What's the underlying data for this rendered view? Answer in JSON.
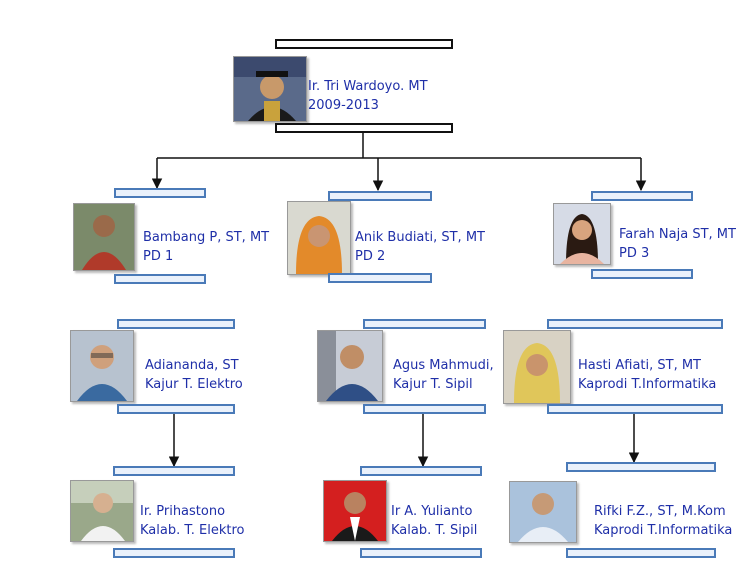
{
  "colors": {
    "text": "#1f2fa8",
    "bar_border_blue": "#4a7ab8",
    "bar_border_black": "#111111",
    "connector": "#111111"
  },
  "nodes": {
    "root": {
      "name": "Ir. Tri Wardoyo. MT",
      "role": "2009-2013",
      "icon": "person-graduation-photo"
    },
    "pd1": {
      "name": "Bambang P, ST, MT",
      "role": "PD 1",
      "icon": "person-photo"
    },
    "pd2": {
      "name": "Anik Budiati, ST, MT",
      "role": "PD 2",
      "icon": "person-hijab-photo"
    },
    "pd3": {
      "name": "Farah Naja ST, MT",
      "role": "PD 3",
      "icon": "person-photo"
    },
    "kajur1": {
      "name": "Adiananda, ST",
      "role": "Kajur T. Elektro",
      "icon": "person-photo"
    },
    "kajur2": {
      "name": "Agus Mahmudi,",
      "role": "Kajur T. Sipil",
      "icon": "person-photo"
    },
    "kaprodi1": {
      "name": "Hasti Afiati, ST, MT",
      "role": "Kaprodi T.Informatika",
      "icon": "person-hijab-photo"
    },
    "kalab1": {
      "name": "Ir. Prihastono",
      "role": "Kalab.  T. Elektro",
      "icon": "person-photo"
    },
    "kalab2": {
      "name": "Ir A. Yulianto",
      "role": "Kalab.  T. Sipil",
      "icon": "person-photo"
    },
    "kaprodi2": {
      "name": "Rifki F.Z., ST, M.Kom",
      "role": "Kaprodi T.Informatika",
      "icon": "person-photo"
    }
  }
}
